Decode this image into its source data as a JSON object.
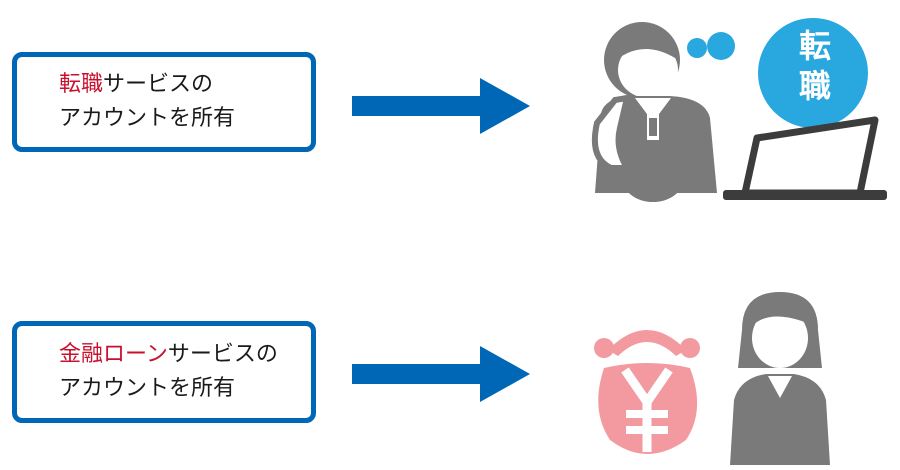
{
  "rows": [
    {
      "highlight": "転職",
      "rest": "サービスの",
      "line2": "アカウントを所有"
    },
    {
      "highlight": "金融ローン",
      "rest": "サービスの",
      "line2": "アカウントを所有"
    }
  ],
  "bubble": {
    "char1": "転",
    "char2": "職"
  },
  "icons": {
    "person_thinking": "person-thinking-laptop-icon",
    "wallet_yen": "yen-purse-icon",
    "woman": "woman-icon"
  },
  "colors": {
    "box_border": "#0067b6",
    "arrow": "#0067b6",
    "highlight_text": "#c8102e",
    "bubble": "#29a8e0",
    "figure_gray": "#7a7a7a",
    "purse_pink": "#f39aa0"
  }
}
